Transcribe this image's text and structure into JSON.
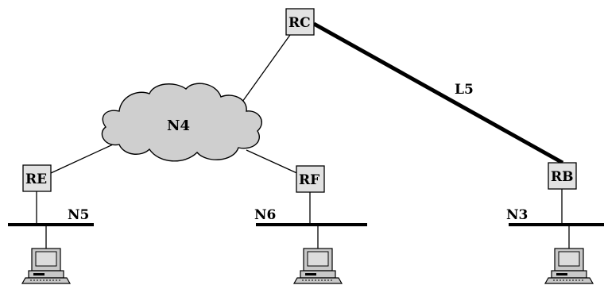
{
  "routers": {
    "rc": "RC",
    "re": "RE",
    "rf": "RF",
    "rb": "RB"
  },
  "networks": {
    "n4": "N4",
    "n5": "N5",
    "n6": "N6",
    "n3": "N3"
  },
  "links": {
    "l5": "L5"
  },
  "colors": {
    "router_fill": "#e2e2e2",
    "cloud_fill": "#cfcfcf",
    "line": "#000000",
    "pc_body": "#c8c8c8",
    "pc_screen": "#dcdcdc"
  }
}
